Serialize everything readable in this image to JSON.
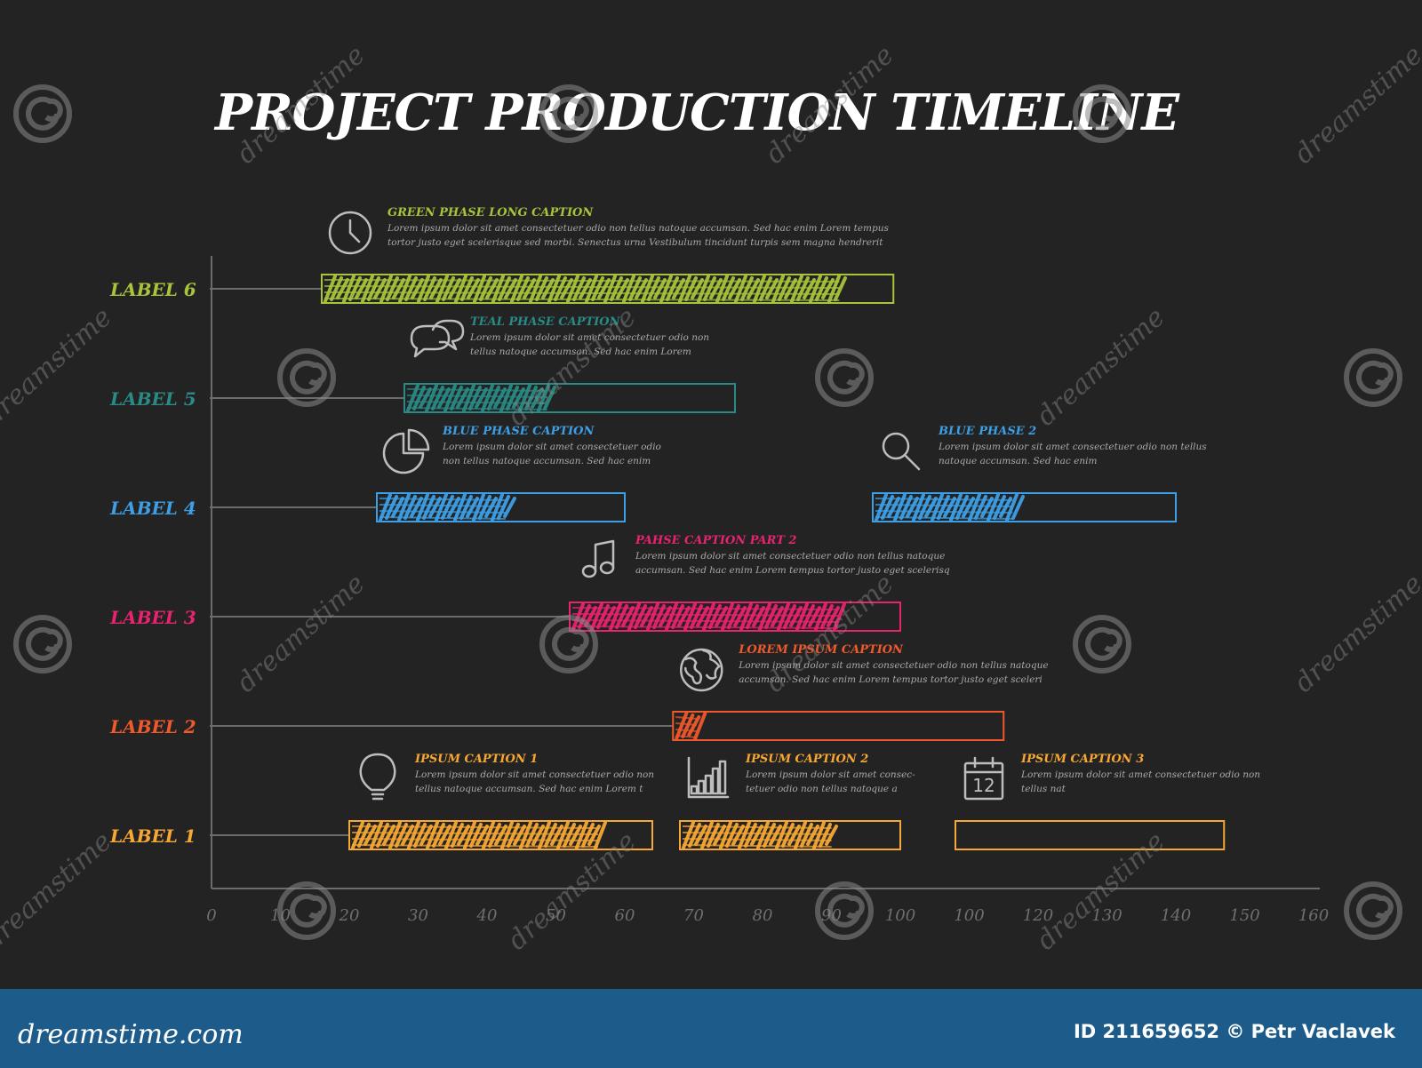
{
  "chart_data": {
    "type": "gantt",
    "title": "PROJECT PRODUCTION TIMELINE",
    "x_ticks": [
      "0",
      "10",
      "20",
      "30",
      "40",
      "50",
      "60",
      "70",
      "80",
      "90",
      "100",
      "100",
      "120",
      "130",
      "140",
      "150",
      "160"
    ],
    "xlim": [
      0,
      160
    ],
    "grid": false,
    "rows": [
      {
        "label": "LABEL 6",
        "color": "#a7c43a"
      },
      {
        "label": "LABEL 5",
        "color": "#2a8a85"
      },
      {
        "label": "LABEL 4",
        "color": "#3d9fe6"
      },
      {
        "label": "LABEL 3",
        "color": "#e8236f"
      },
      {
        "label": "LABEL 2",
        "color": "#f0592b"
      },
      {
        "label": "LABEL 1",
        "color": "#f7a834"
      }
    ],
    "tasks": [
      {
        "row": 0,
        "start": 16,
        "end": 99,
        "progress": 0.91,
        "icon": "clock-icon",
        "caption": "GREEN PHASE LONG CAPTION",
        "text": [
          "Lorem ipsum dolor sit amet consectetuer odio non tellus natoque accumsan. Sed hac enim Lorem tempus",
          "tortor justo eget scelerisque sed morbi. Senectus urna Vestibulum tincidunt turpis sem magna hendrerit"
        ]
      },
      {
        "row": 1,
        "start": 28,
        "end": 76,
        "progress": 0.44,
        "icon": "speech-bubbles-icon",
        "caption": "TEAL PHASE CAPTION",
        "text": [
          "Lorem ipsum dolor sit amet consectetuer odio non",
          "tellus natoque accumsan. Sed hac enim Lorem"
        ]
      },
      {
        "row": 2,
        "start": 24,
        "end": 60,
        "progress": 0.53,
        "icon": "pie-chart-icon",
        "caption": "BLUE PHASE CAPTION",
        "text": [
          "Lorem ipsum dolor sit amet consectetuer odio",
          "non tellus natoque accumsan. Sed hac enim"
        ]
      },
      {
        "row": 2,
        "start": 96,
        "end": 140,
        "progress": 0.47,
        "icon": "magnifier-icon",
        "caption": "BLUE PHASE 2",
        "text": [
          "Lorem ipsum dolor sit amet consectetuer odio non tellus",
          "natoque accumsan. Sed hac enim"
        ]
      },
      {
        "row": 3,
        "start": 52,
        "end": 100,
        "progress": 0.82,
        "icon": "music-note-icon",
        "caption": "PAHSE CAPTION PART 2",
        "text": [
          "Lorem ipsum dolor sit amet consectetuer odio non tellus natoque",
          "accumsan. Sed hac enim Lorem tempus tortor justo eget scelerisq"
        ]
      },
      {
        "row": 4,
        "start": 67,
        "end": 115,
        "progress": 0.08,
        "icon": "globe-icon",
        "caption": "LOREM IPSUM CAPTION",
        "text": [
          "Lorem ipsum dolor sit amet consectetuer odio non tellus natoque",
          "accumsan. Sed hac enim Lorem tempus tortor justo eget sceleri"
        ]
      },
      {
        "row": 5,
        "start": 20,
        "end": 64,
        "progress": 0.83,
        "icon": "lightbulb-icon",
        "caption": "IPSUM CAPTION 1",
        "text": [
          "Lorem ipsum dolor sit amet consectetuer odio non",
          "tellus natoque accumsan. Sed hac enim Lorem t"
        ]
      },
      {
        "row": 5,
        "start": 68,
        "end": 100,
        "progress": 0.7,
        "icon": "bar-graph-icon",
        "caption": "IPSUM CAPTION 2",
        "text": [
          "Lorem ipsum dolor sit amet consec-",
          "tetuer odio non tellus natoque a"
        ]
      },
      {
        "row": 5,
        "start": 108,
        "end": 147,
        "progress": 0,
        "icon": "calendar-icon",
        "icon_text": "12",
        "caption": "IPSUM CAPTION 3",
        "text": [
          "Lorem ipsum dolor sit amet consectetuer odio non",
          "tellus nat"
        ]
      }
    ]
  },
  "footer": {
    "brand": "dreamstime.com",
    "credit": "ID 211659652 © Petr Vaclavek",
    "bg_color": "#1d5c8a"
  },
  "watermark": {
    "text": "dreamstime"
  }
}
